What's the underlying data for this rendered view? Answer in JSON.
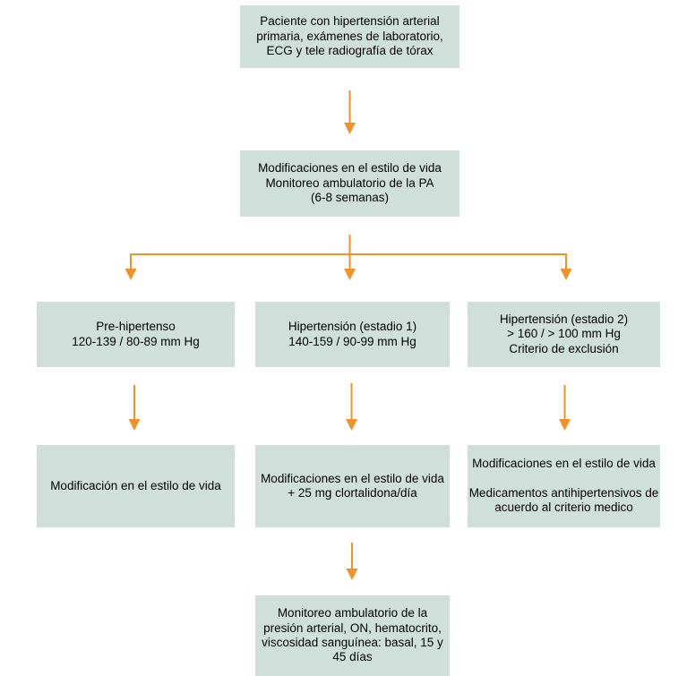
{
  "palette": {
    "background": "#ffffff",
    "node_fill": "#CFDFD9",
    "arrow_color": "#EF9227",
    "text_color": "#000000"
  },
  "nodes": {
    "start": {
      "text": "Paciente con hipertensión arterial\nprimaria, exámenes de laboratorio,\nECG y tele radiografía de tórax"
    },
    "lifestyle": {
      "text": "Modificaciones en el estilo de vida\nMonitoreo ambulatorio de la PA\n(6-8 semanas)"
    },
    "prehypertension": {
      "text": "Pre-hipertenso\n120-139 / 80-89 mm Hg"
    },
    "stage1": {
      "text": "Hipertensión (estadio 1)\n140-159 / 90-99 mm Hg"
    },
    "stage2": {
      "text": "Hipertensión (estadio 2)\n> 160 / > 100 mm Hg\nCriterio de exclusión"
    },
    "mod_lifestyle": {
      "text": "Modificación en el estilo de vida"
    },
    "mod_chlorthalidone": {
      "text": "Modificaciones en el estilo de vida\n+ 25 mg clortalidona/día"
    },
    "mod_antihypertensives": {
      "text": "Modificaciones en el estilo de vida\n\nMedicamentos antihipertensivos de\nacuerdo al criterio medico"
    },
    "monitoring": {
      "text": "Monitoreo ambulatorio de la\npresión arterial, ON, hematocrito,\nviscosidad sanguínea: basal, 15 y\n45 días"
    }
  },
  "edges": [
    {
      "from": "start",
      "to": "lifestyle"
    },
    {
      "from": "lifestyle",
      "to": "prehypertension"
    },
    {
      "from": "lifestyle",
      "to": "stage1"
    },
    {
      "from": "lifestyle",
      "to": "stage2"
    },
    {
      "from": "prehypertension",
      "to": "mod_lifestyle"
    },
    {
      "from": "stage1",
      "to": "mod_chlorthalidone"
    },
    {
      "from": "stage2",
      "to": "mod_antihypertensives"
    },
    {
      "from": "mod_chlorthalidone",
      "to": "monitoring"
    }
  ]
}
